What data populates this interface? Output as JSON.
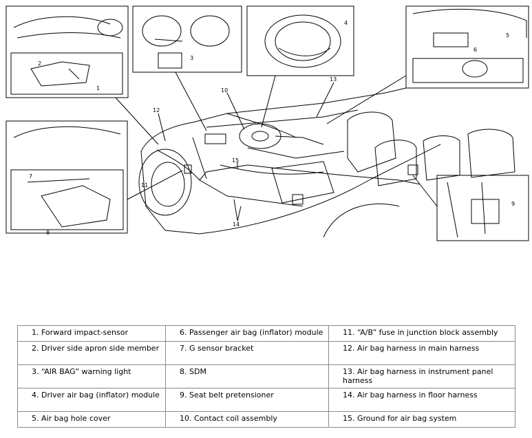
{
  "callouts": [
    "1",
    "2",
    "3",
    "4",
    "5",
    "6",
    "7",
    "8",
    "9",
    "10",
    "11",
    "12",
    "13",
    "14",
    "15"
  ],
  "legend": [
    {
      "num": "1.",
      "text": "Forward impact-sensor"
    },
    {
      "num": "2.",
      "text": "Driver side apron side member"
    },
    {
      "num": "3.",
      "text": "“AIR BAG” warning light"
    },
    {
      "num": "4.",
      "text": "Driver air bag (inflator) module"
    },
    {
      "num": "5.",
      "text": "Air bag hole cover"
    },
    {
      "num": "6.",
      "text": "Passenger air bag (inflator) module"
    },
    {
      "num": "7.",
      "text": "G sensor bracket"
    },
    {
      "num": "8.",
      "text": "SDM"
    },
    {
      "num": "9.",
      "text": "Seat belt pretensioner"
    },
    {
      "num": "10.",
      "text": "Contact coil assembly"
    },
    {
      "num": "11.",
      "text": "“A/B” fuse in junction block assembly"
    },
    {
      "num": "12.",
      "text": "Air bag harness in main harness"
    },
    {
      "num": "13.",
      "text": "Air bag harness in instrument panel harness"
    },
    {
      "num": "14.",
      "text": "Air bag harness in floor harness"
    },
    {
      "num": "15.",
      "text": "Ground for air bag system"
    }
  ]
}
